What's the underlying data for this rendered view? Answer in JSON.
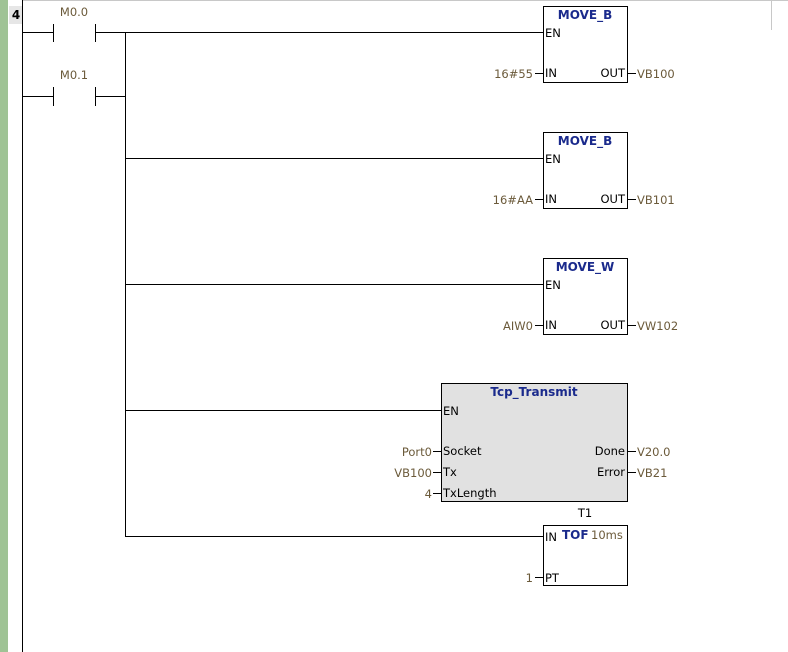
{
  "rung": {
    "number": "4"
  },
  "colors": {
    "rail": "#9fc395",
    "operand": "#6b5a3a",
    "block_title": "#1a2a8c",
    "block_fill_gray": "#e1e1e1"
  },
  "contacts": [
    {
      "address": "M0.0",
      "type": "normally-open"
    },
    {
      "address": "M0.1",
      "type": "normally-open"
    }
  ],
  "blocks": [
    {
      "title": "MOVE_B",
      "pins": {
        "en": "EN",
        "in": "IN",
        "out": "OUT"
      },
      "in_operand": "16#55",
      "out_operand": "VB100"
    },
    {
      "title": "MOVE_B",
      "pins": {
        "en": "EN",
        "in": "IN",
        "out": "OUT"
      },
      "in_operand": "16#AA",
      "out_operand": "VB101"
    },
    {
      "title": "MOVE_W",
      "pins": {
        "en": "EN",
        "in": "IN",
        "out": "OUT"
      },
      "in_operand": "AIW0",
      "out_operand": "VW102"
    }
  ],
  "tcp_block": {
    "title": "Tcp_Transmit",
    "pins": {
      "en": "EN",
      "socket": "Socket",
      "tx": "Tx",
      "txlength": "TxLength",
      "done": "Done",
      "error": "Error"
    },
    "socket_operand": "Port0",
    "tx_operand": "VB100",
    "txlength_operand": "4",
    "done_operand": "V20.0",
    "error_operand": "VB21"
  },
  "timer": {
    "name": "T1",
    "type": "TOF",
    "resolution": "10ms",
    "pins": {
      "in": "IN",
      "pt": "PT"
    },
    "pt_operand": "1"
  }
}
